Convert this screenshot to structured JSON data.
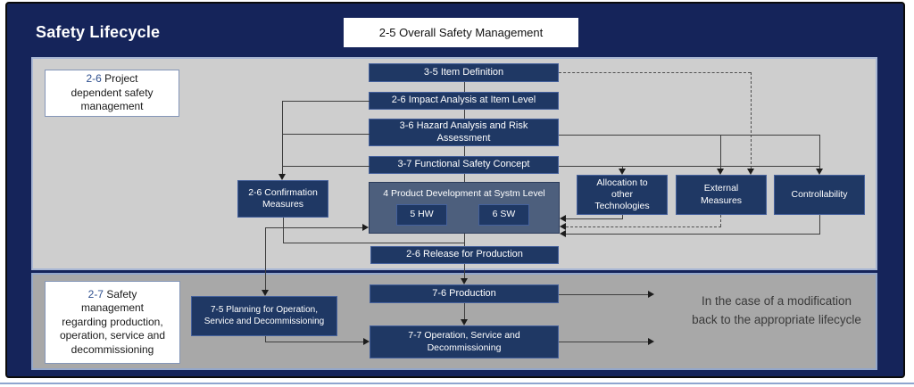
{
  "title": "Safety Lifecycle",
  "top_box": "2-5 Overall Safety Management",
  "colors": {
    "background_navy": "#15245a",
    "box_navy": "#1f3864",
    "box_slate": "#4d5f7d",
    "panel_upper_gray": "#cecece",
    "panel_lower_gray": "#a8a8a8",
    "label_number_blue": "#2e4f8e",
    "bottom_rule_blue": "#8fa5cf"
  },
  "upper_section": {
    "label": {
      "number": "2-6",
      "text": "Project dependent safety management"
    },
    "boxes": {
      "item_definition": "3-5 Item Definition",
      "impact_analysis": "2-6 Impact Analysis at Item Level",
      "hazard_analysis": "3-6 Hazard Analysis and Risk Assessment",
      "functional_safety_concept": "3-7 Functional Safety Concept",
      "confirmation_measures": "2-6 Confirmation Measures",
      "product_development": "4 Product Development at Systm Level",
      "hw": "5 HW",
      "sw": "6 SW",
      "allocation": "Allocation to other Technologies",
      "external_measures": "External Measures",
      "controllability": "Controllability",
      "release": "2-6 Release for Production"
    }
  },
  "lower_section": {
    "label": {
      "number": "2-7",
      "text": "Safety management regarding production, operation, service and decommissioning"
    },
    "boxes": {
      "planning": "7-5 Planning for Operation, Service and Decommissioning",
      "production": "7-6 Production",
      "operation": "7-7 Operation, Service and Decommissioning"
    },
    "note": "In the case of a modification back to the appropriate lifecycle"
  }
}
